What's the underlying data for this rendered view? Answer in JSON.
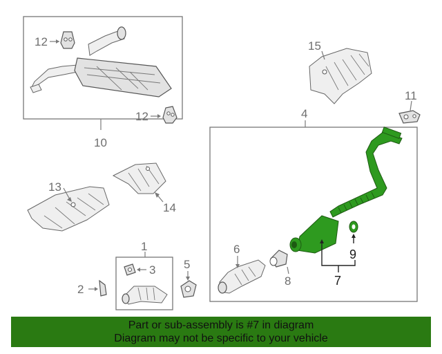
{
  "callouts": {
    "c1": "1",
    "c2": "2",
    "c3": "3",
    "c4": "4",
    "c5": "5",
    "c6": "6",
    "c7": "7",
    "c8": "8",
    "c9": "9",
    "c10": "10",
    "c11": "11",
    "c12a": "12",
    "c12b": "12",
    "c13": "13",
    "c14": "14",
    "c15": "15"
  },
  "banner": {
    "line1": "Part or sub-assembly is #7 in diagram",
    "line2": "Diagram may not be specific to your vehicle"
  },
  "colors": {
    "highlight_part": "#2e9a1f",
    "banner_background": "#2a7a12"
  }
}
